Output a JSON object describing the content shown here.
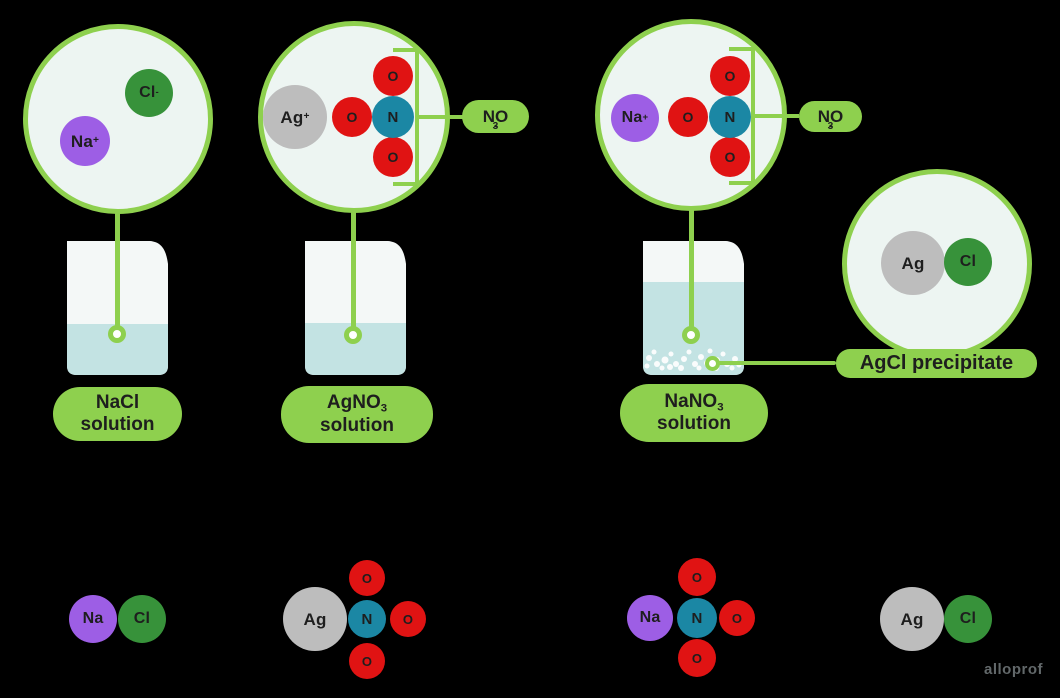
{
  "palette": {
    "background": "#000000",
    "accent_green": "#8ed04e",
    "pill_green": "#8ed04e",
    "circle_fill": "#edf5f2",
    "ion_purple": "#9d5ee5",
    "chlorine_green": "#37923a",
    "silver_gray": "#bdbdbd",
    "oxygen_red": "#e01313",
    "nitrogen_teal": "#1b87a4",
    "liquid_blue": "#c3e3e3",
    "beaker_body": "#f4f8f7",
    "text_dark": "#1e1e1e",
    "watermark_gray": "#62686a"
  },
  "magnifiers": {
    "nacl": {
      "na": "Na^+",
      "cl": "Cl^-"
    },
    "agno3": {
      "ag": "Ag^+",
      "o_left": "O",
      "n": "N",
      "o_top": "O",
      "o_bottom": "O",
      "callout": "NO_3^-"
    },
    "nano3": {
      "na": "Na^+",
      "o_left": "O",
      "n": "N",
      "o_top": "O",
      "o_bottom": "O",
      "callout": "NO_3^-"
    },
    "agcl": {
      "ag": "Ag",
      "cl": "Cl",
      "callout": "AgCl precipitate"
    }
  },
  "beakers": {
    "nacl_label": [
      "NaCl",
      "solution"
    ],
    "agno3_label": [
      "AgNO_3",
      "solution"
    ],
    "nano3_label": [
      "NaNO_3",
      "solution"
    ]
  },
  "equation": {
    "nacl": {
      "na": "Na",
      "cl": "Cl"
    },
    "agno3": {
      "ag": "Ag",
      "n": "N",
      "o_top": "O",
      "o_right": "O",
      "o_bottom": "O"
    },
    "nano3": {
      "na": "Na",
      "n": "N",
      "o_top": "O",
      "o_right": "O",
      "o_bottom": "O"
    },
    "agcl": {
      "ag": "Ag",
      "cl": "Cl"
    }
  },
  "watermark": "alloprof"
}
